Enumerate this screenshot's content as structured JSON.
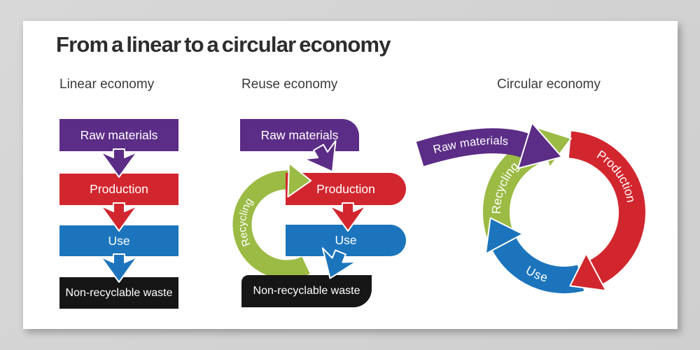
{
  "title": "From a linear to a circular economy",
  "colors": {
    "purple": "#5b2d86",
    "red": "#d2262e",
    "blue": "#1c75bc",
    "green": "#9bbb45",
    "black": "#161616",
    "card": "#ffffff",
    "background": "#d2d2d2"
  },
  "linear": {
    "heading": "Linear economy",
    "steps": [
      "Raw materials",
      "Production",
      "Use",
      "Non-recyclable waste"
    ]
  },
  "reuse": {
    "heading": "Reuse economy",
    "steps": [
      "Raw materials",
      "Production",
      "Use",
      "Non-recyclable waste"
    ],
    "loop_label": "Recycling"
  },
  "circular": {
    "heading": "Circular economy",
    "segments": [
      "Raw materials",
      "Production",
      "Use",
      "Recycling"
    ]
  }
}
